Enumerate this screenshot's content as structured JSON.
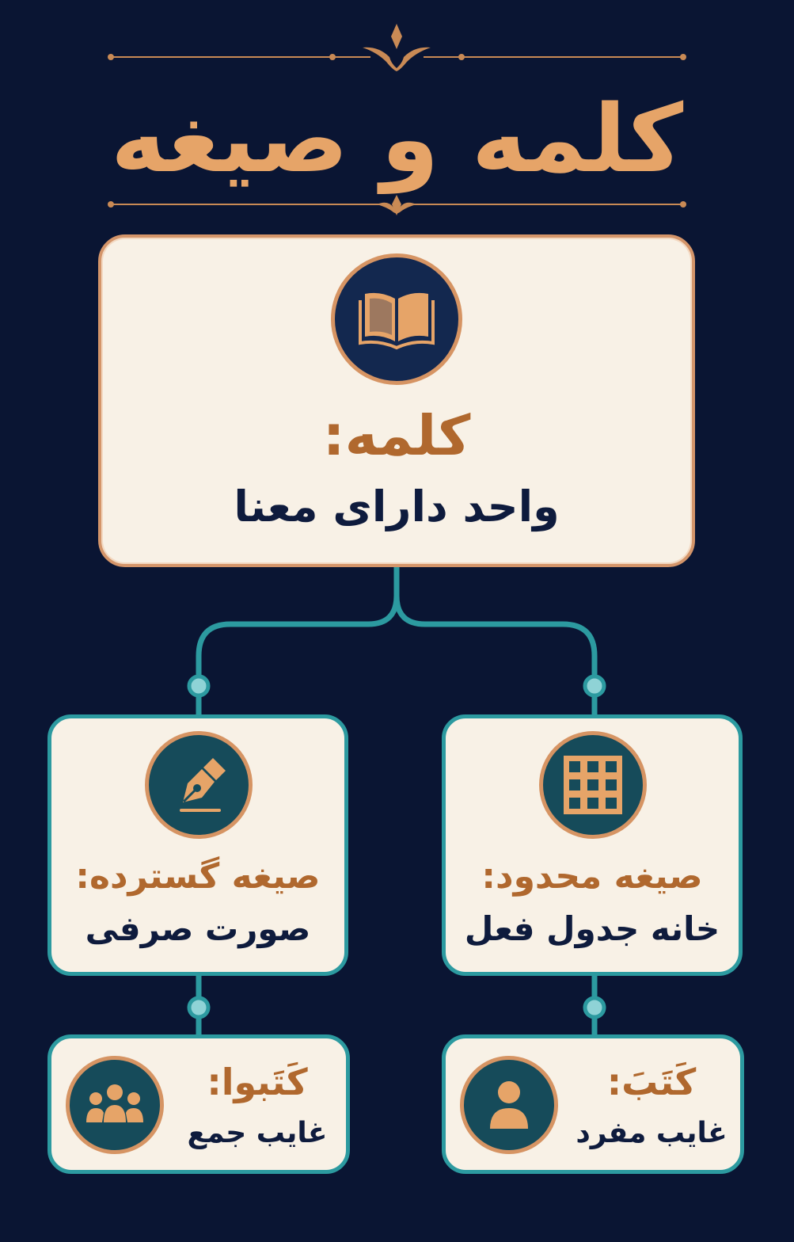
{
  "colors": {
    "background": "#0a1533",
    "title": "#e6a468",
    "card_fill": "#f8f1e6",
    "connector": "#2c9aa0",
    "accent_brown": "#b0682e",
    "icon_navy": "#13284f",
    "icon_teal": "#164b5a"
  },
  "title": "کلمه و صیغه",
  "root": {
    "icon": "open-book-icon",
    "heading": "کلمه:",
    "text": "واحد دارای معنا"
  },
  "left_branch": {
    "icon": "fountain-pen-icon",
    "heading": "صیغه گسترده:",
    "text": "صورت صرفی",
    "example": {
      "icon": "group-of-people-icon",
      "word": "كَتَبوا:",
      "text": "غایب جمع"
    }
  },
  "right_branch": {
    "icon": "grid-table-icon",
    "heading": "صیغه محدود:",
    "text": "خانه جدول فعل",
    "example": {
      "icon": "single-person-icon",
      "word": "كَتَبَ:",
      "text": "غایب مفرد"
    }
  }
}
